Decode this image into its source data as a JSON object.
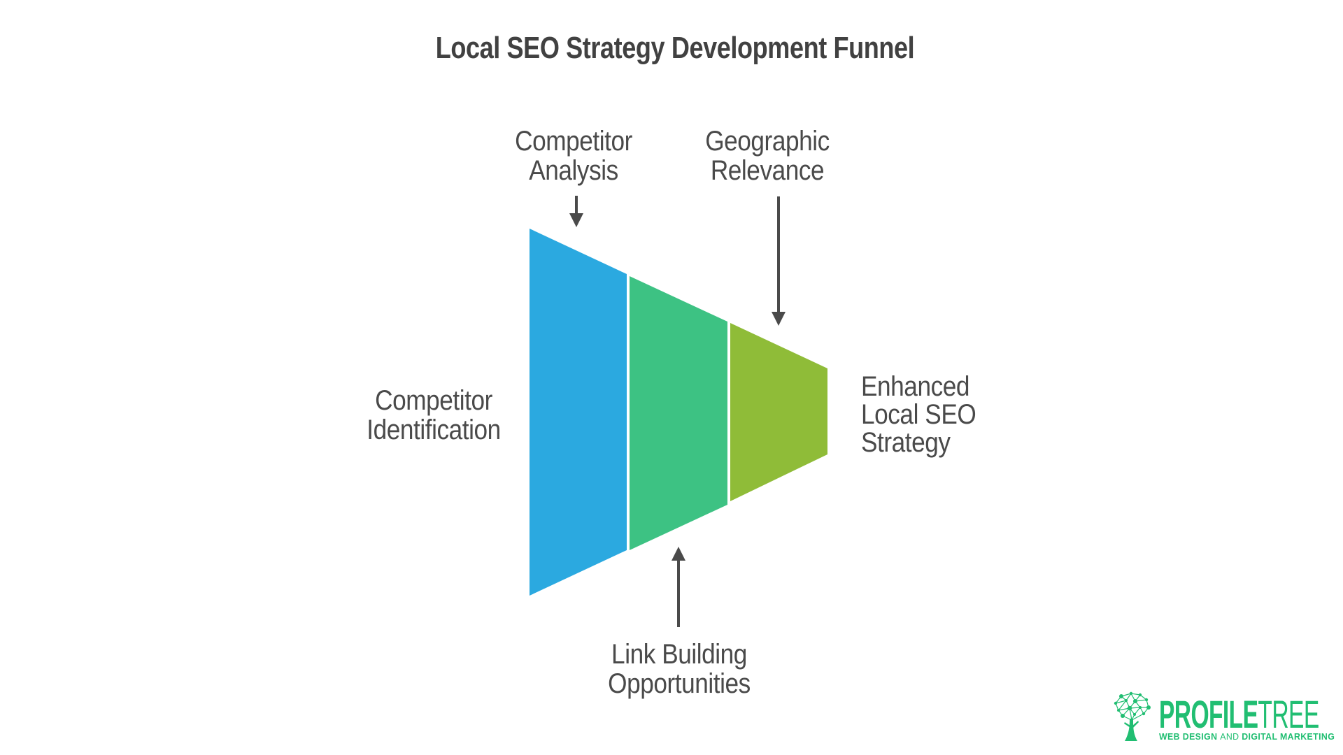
{
  "diagram": {
    "title": "Local SEO Strategy Development Funnel",
    "input_label": "Competitor\nIdentification",
    "output_label": "Enhanced\nLocal SEO\nStrategy",
    "callouts": {
      "top_left": "Competitor\nAnalysis",
      "top_right": "Geographic\nRelevance",
      "bottom": "Link Building\nOpportunities"
    },
    "segments": [
      {
        "name": "stage-1",
        "color": "#2BA9E0"
      },
      {
        "name": "stage-2",
        "color": "#3DC283"
      },
      {
        "name": "stage-3",
        "color": "#8FBC38"
      }
    ],
    "arrow_color": "#4A4A4A",
    "text_color": "#4A4A4A"
  },
  "logo": {
    "brand_bold": "PROFILE",
    "brand_light": "TREE",
    "tagline_part1": "WEB DESIGN",
    "tagline_part2": "AND",
    "tagline_part3": "DIGITAL MARKETING",
    "color": "#21BE72"
  }
}
